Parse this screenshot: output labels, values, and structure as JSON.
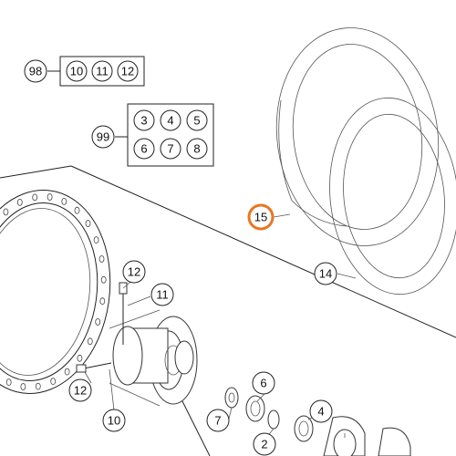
{
  "callouts": {
    "c98": "98",
    "c10a": "10",
    "c11a": "11",
    "c12a": "12",
    "c99": "99",
    "c3": "3",
    "c4": "4",
    "c5": "5",
    "c6a": "6",
    "c7a": "7",
    "c8": "8",
    "c15": "15",
    "c14": "14",
    "c12b": "12",
    "c11b": "11",
    "c12c": "12",
    "c10b": "10",
    "c6b": "6",
    "c7b": "7",
    "c4b": "4",
    "c2": "2"
  },
  "colors": {
    "highlight": "#e87722",
    "line": "#222222"
  }
}
